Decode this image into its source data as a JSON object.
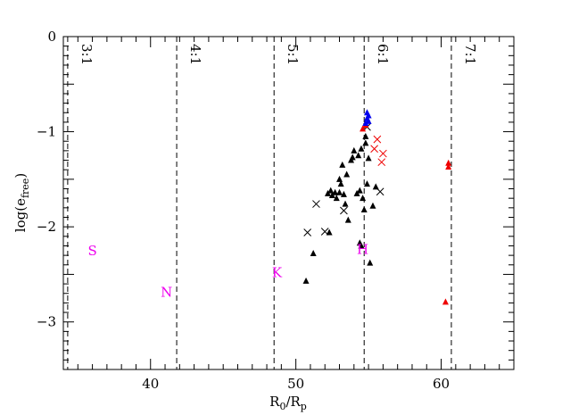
{
  "chart_data": {
    "type": "scatter",
    "xlabel": {
      "main": "R",
      "sub0": "0",
      "slash": "/R",
      "sub1": "p"
    },
    "ylabel": {
      "main": "log(e",
      "sub": "free",
      "close": ")"
    },
    "xlim": [
      34,
      65
    ],
    "ylim": [
      -3.5,
      0
    ],
    "xticks": [
      40,
      50,
      60
    ],
    "yticks": [
      0,
      -1,
      -2,
      -3
    ],
    "ytick_labels": [
      "0",
      "−1",
      "−2",
      "−3"
    ],
    "colors": {
      "black": "#000000",
      "red": "#ee0000",
      "blue": "#0000ee",
      "magenta": "#ee00ee"
    },
    "resonances": [
      {
        "label": "3:1",
        "x": 34.3
      },
      {
        "label": "4:1",
        "x": 41.8
      },
      {
        "label": "5:1",
        "x": 48.5
      },
      {
        "label": "6:1",
        "x": 54.7
      },
      {
        "label": "7:1",
        "x": 60.7
      }
    ],
    "planet_labels": [
      {
        "text": "S",
        "x": 36.0,
        "y": -2.25
      },
      {
        "text": "N",
        "x": 41.1,
        "y": -2.69
      },
      {
        "text": "K",
        "x": 48.7,
        "y": -2.48
      },
      {
        "text": "H",
        "x": 54.6,
        "y": -2.24
      }
    ],
    "series": [
      {
        "marker": "triangle",
        "color": "black",
        "points": [
          [
            51.2,
            -2.28
          ],
          [
            50.7,
            -2.57
          ],
          [
            52.3,
            -2.06
          ],
          [
            52.2,
            -1.65
          ],
          [
            52.4,
            -1.62
          ],
          [
            52.5,
            -1.67
          ],
          [
            52.7,
            -1.64
          ],
          [
            52.8,
            -1.7
          ],
          [
            53.0,
            -1.64
          ],
          [
            53.1,
            -1.55
          ],
          [
            53.0,
            -1.5
          ],
          [
            53.3,
            -1.66
          ],
          [
            53.4,
            -1.76
          ],
          [
            53.5,
            -1.45
          ],
          [
            53.8,
            -1.3
          ],
          [
            53.9,
            -1.27
          ],
          [
            53.6,
            -1.93
          ],
          [
            54.0,
            -1.2
          ],
          [
            54.2,
            -1.65
          ],
          [
            54.4,
            -1.62
          ],
          [
            54.3,
            -1.25
          ],
          [
            54.5,
            -1.18
          ],
          [
            54.6,
            -1.7
          ],
          [
            54.8,
            -1.05
          ],
          [
            54.7,
            -1.82
          ],
          [
            54.9,
            -1.55
          ],
          [
            55.0,
            -1.28
          ],
          [
            54.4,
            -2.17
          ],
          [
            54.5,
            -2.2
          ],
          [
            55.1,
            -2.38
          ],
          [
            54.8,
            -1.12
          ],
          [
            55.3,
            -1.78
          ],
          [
            55.5,
            -1.58
          ],
          [
            53.2,
            -1.35
          ]
        ]
      },
      {
        "marker": "cross",
        "color": "black",
        "points": [
          [
            50.8,
            -2.06
          ],
          [
            52.0,
            -2.05
          ],
          [
            51.4,
            -1.76
          ],
          [
            53.3,
            -1.83
          ],
          [
            55.8,
            -1.63
          ],
          [
            54.9,
            -0.95
          ]
        ]
      },
      {
        "marker": "cross",
        "color": "red",
        "points": [
          [
            55.6,
            -1.08
          ],
          [
            55.4,
            -1.18
          ],
          [
            56.0,
            -1.23
          ],
          [
            55.9,
            -1.32
          ]
        ]
      },
      {
        "marker": "triangle",
        "color": "red",
        "points": [
          [
            54.8,
            -0.93
          ],
          [
            54.6,
            -0.97
          ],
          [
            60.5,
            -1.33
          ],
          [
            60.5,
            -1.37
          ],
          [
            60.3,
            -2.79
          ]
        ]
      },
      {
        "marker": "triangle",
        "color": "blue",
        "points": [
          [
            54.9,
            -0.8
          ],
          [
            55.0,
            -0.83
          ],
          [
            54.9,
            -0.86
          ],
          [
            55.0,
            -0.89
          ],
          [
            54.8,
            -0.91
          ]
        ]
      }
    ]
  }
}
